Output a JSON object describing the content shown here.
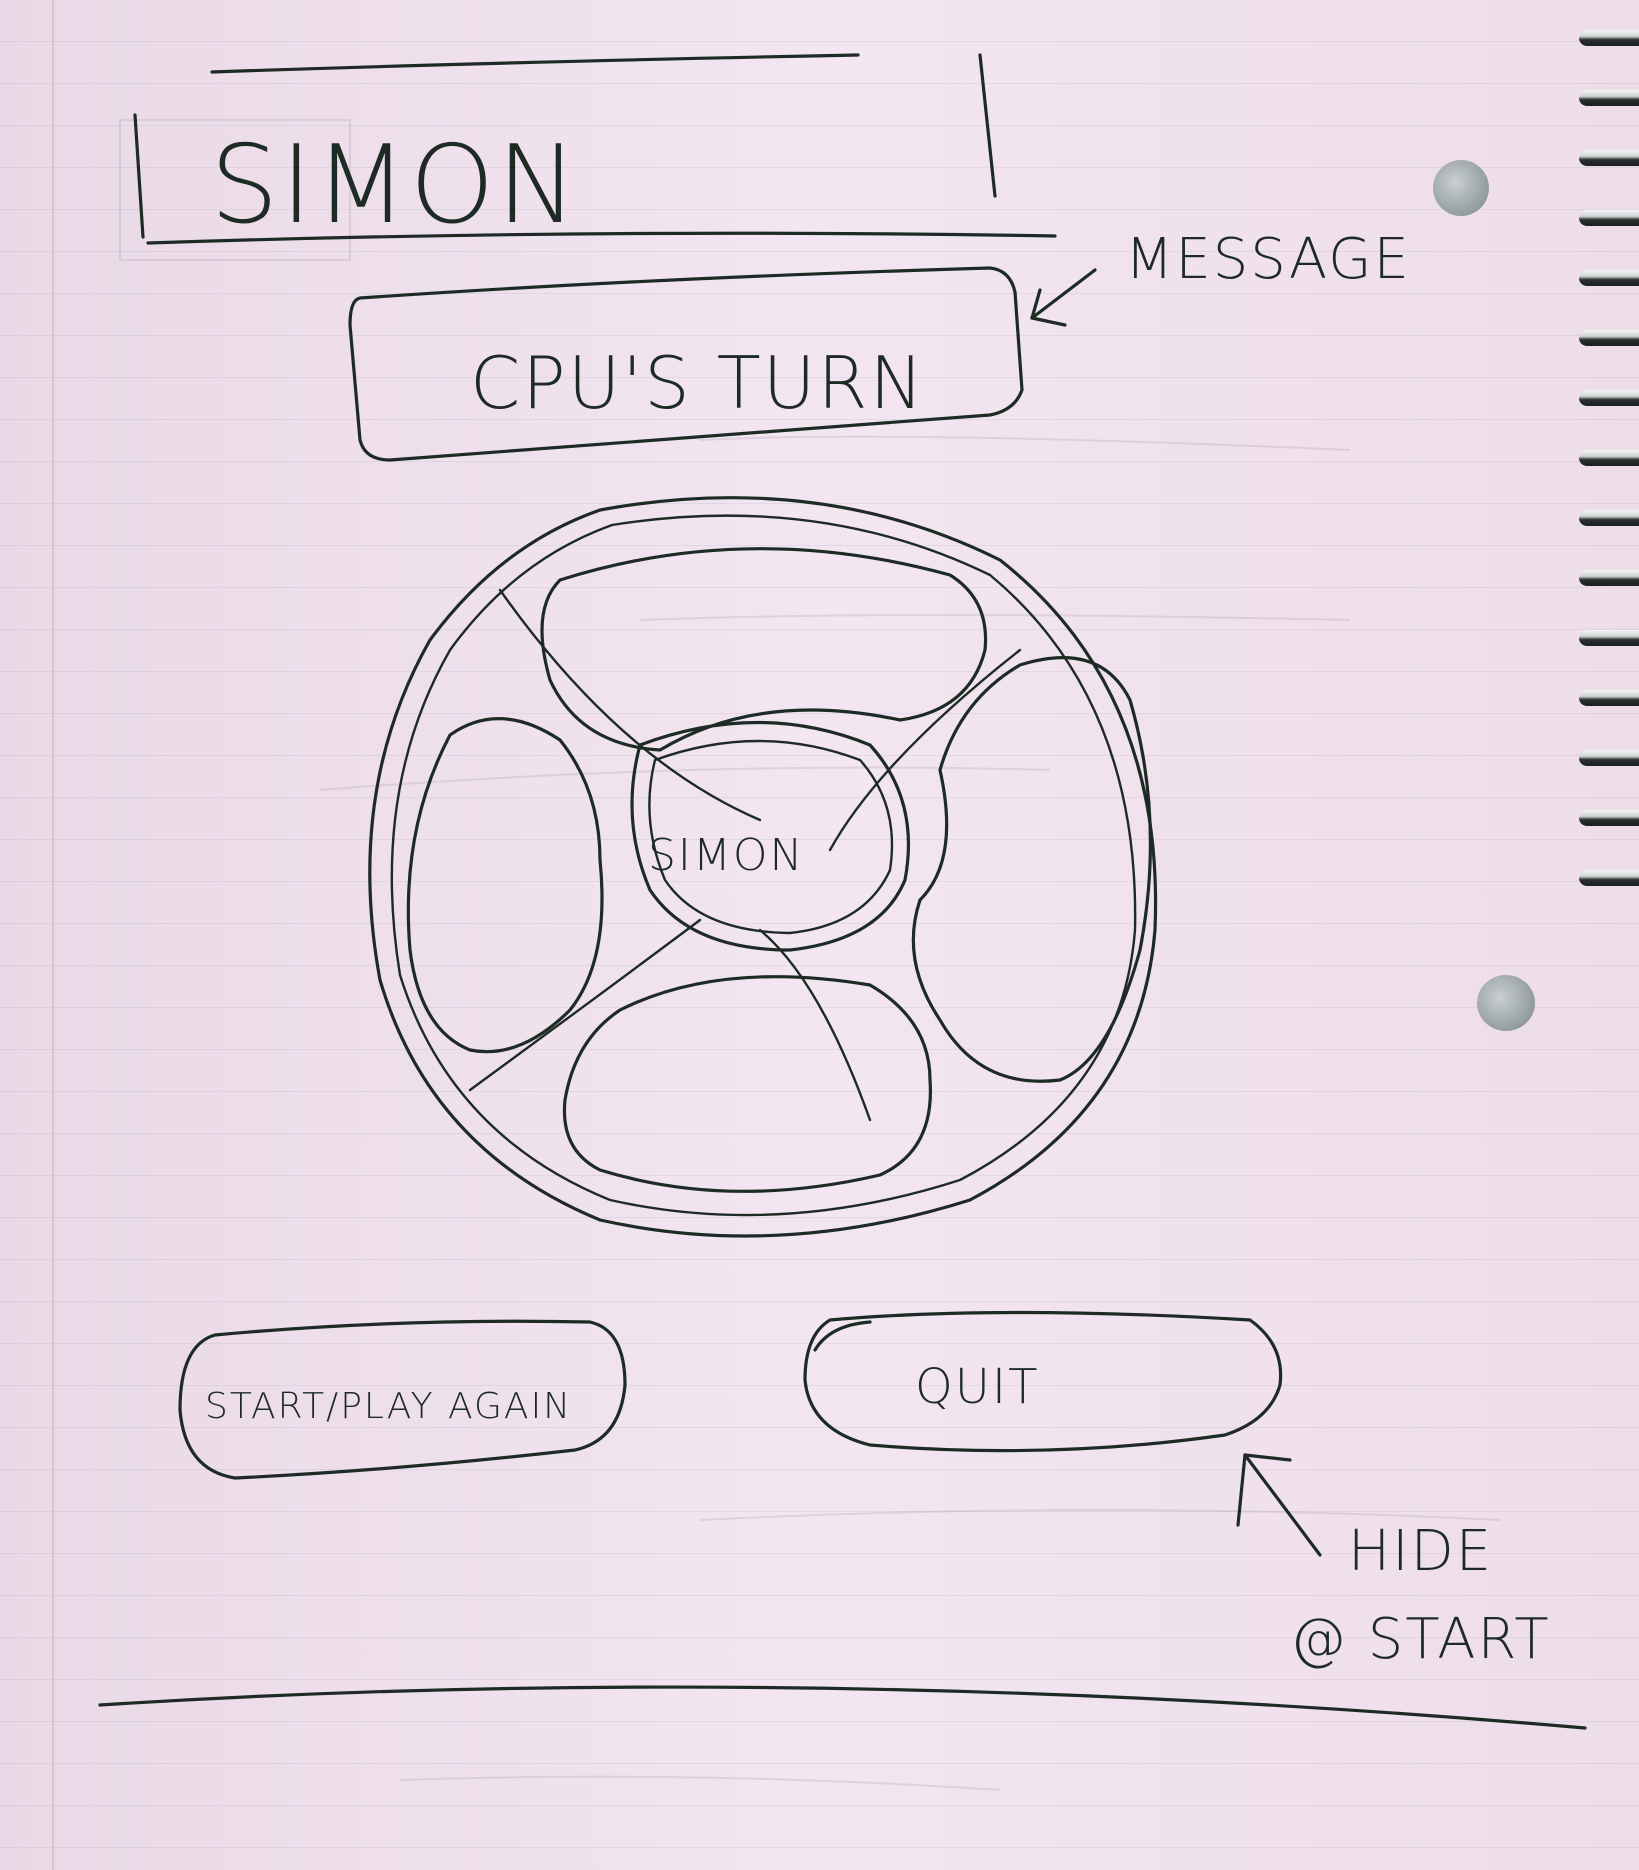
{
  "title": "SIMON",
  "message": {
    "text": "CPU'S TURN",
    "annotation": "MESSAGE"
  },
  "board": {
    "center_label": "SIMON",
    "pads": [
      "top-pad",
      "right-pad",
      "bottom-pad",
      "left-pad"
    ]
  },
  "buttons": {
    "start_label": "START/PLAY AGAIN",
    "quit_label": "QUIT"
  },
  "quit_annotation": {
    "line1": "HIDE",
    "line2": "@ START"
  },
  "colors": {
    "paper": "#efe0ec",
    "ink": "#1d2b24"
  }
}
